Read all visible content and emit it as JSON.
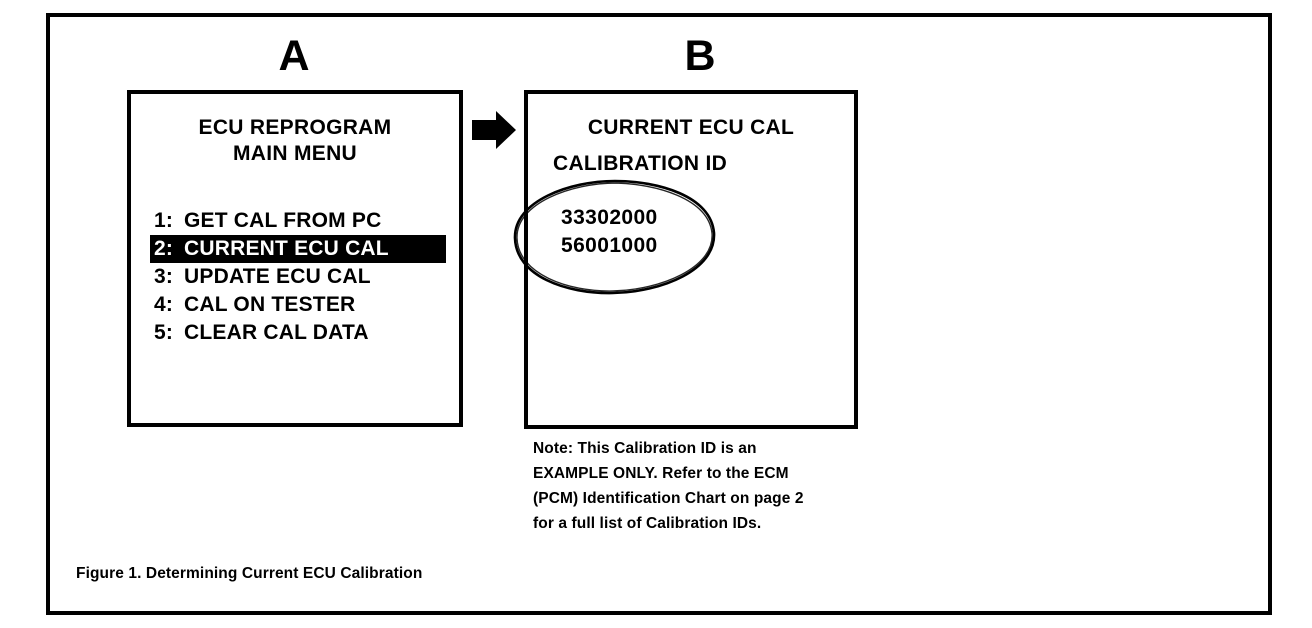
{
  "figure": {
    "caption": "Figure 1. Determining Current ECU Calibration",
    "colors": {
      "ink": "#000000",
      "paper": "#ffffff",
      "highlight_bg": "#000000",
      "highlight_fg": "#ffffff"
    }
  },
  "panels": [
    {
      "label": "A",
      "screen_title_line1": "ECU REPROGRAM",
      "screen_title_line2": "MAIN MENU",
      "menu_items": [
        {
          "num": "1:",
          "label": "GET CAL FROM PC",
          "selected": false
        },
        {
          "num": "2:",
          "label": "CURRENT ECU CAL",
          "selected": true
        },
        {
          "num": "3:",
          "label": "UPDATE ECU CAL",
          "selected": false
        },
        {
          "num": "4:",
          "label": "CAL ON TESTER",
          "selected": false
        },
        {
          "num": "5:",
          "label": "CLEAR CAL DATA",
          "selected": false
        }
      ]
    },
    {
      "label": "B",
      "screen_title": "CURRENT ECU CAL",
      "screen_subtitle": "CALIBRATION ID",
      "calibration_ids": [
        "33302000",
        "56001000"
      ]
    }
  ],
  "arrow": {
    "icon": "right-arrow-icon",
    "direction": "right"
  },
  "annotation": {
    "icon": "hand-drawn-ellipse-icon",
    "encircles": "calibration-id-values"
  },
  "note": {
    "lines": [
      "Note: This Calibration ID is an",
      "EXAMPLE ONLY. Refer to the ECM",
      "(PCM) Identification Chart on page 2",
      "for a full list of Calibration IDs."
    ]
  }
}
